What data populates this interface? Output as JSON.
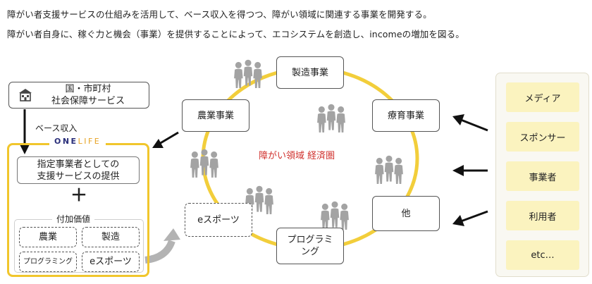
{
  "intro": {
    "line1": "障がい者支援サービスの仕組みを活用して、ベース収入を得つつ、障がい領域に関連する事業を開発する。",
    "line2": "障がい者自身に、稼ぐ力と機会（事業）を提供することによって、エコシステムを創造し、incomeの増加を図る。"
  },
  "left": {
    "gov_line1": "国・市町村",
    "gov_line2": "社会保障サービス",
    "base_income": "ベース収入",
    "logo_part1": "ONE",
    "logo_part2": "LIFE",
    "service_line1": "指定事業者としての",
    "service_line2": "支援サービスの提供",
    "plus": "＋",
    "value_label": "付加価値",
    "value_items": [
      "農業",
      "製造",
      "プログラミング",
      "eスポーツ"
    ]
  },
  "center": {
    "label": "障がい領域 経済圏",
    "nodes": [
      "製造事業",
      "農業事業",
      "療育事業",
      "eスポーツ",
      "他",
      "プログラミング"
    ]
  },
  "right": {
    "items": [
      "メディア",
      "スポンサー",
      "事業者",
      "利用者",
      "etc…"
    ]
  },
  "colors": {
    "ring": "#f2ce3b",
    "frame": "#f1c62c",
    "highlight": "#d0312d",
    "panel": "#fbf3bf",
    "people": "#a3a3a3"
  }
}
